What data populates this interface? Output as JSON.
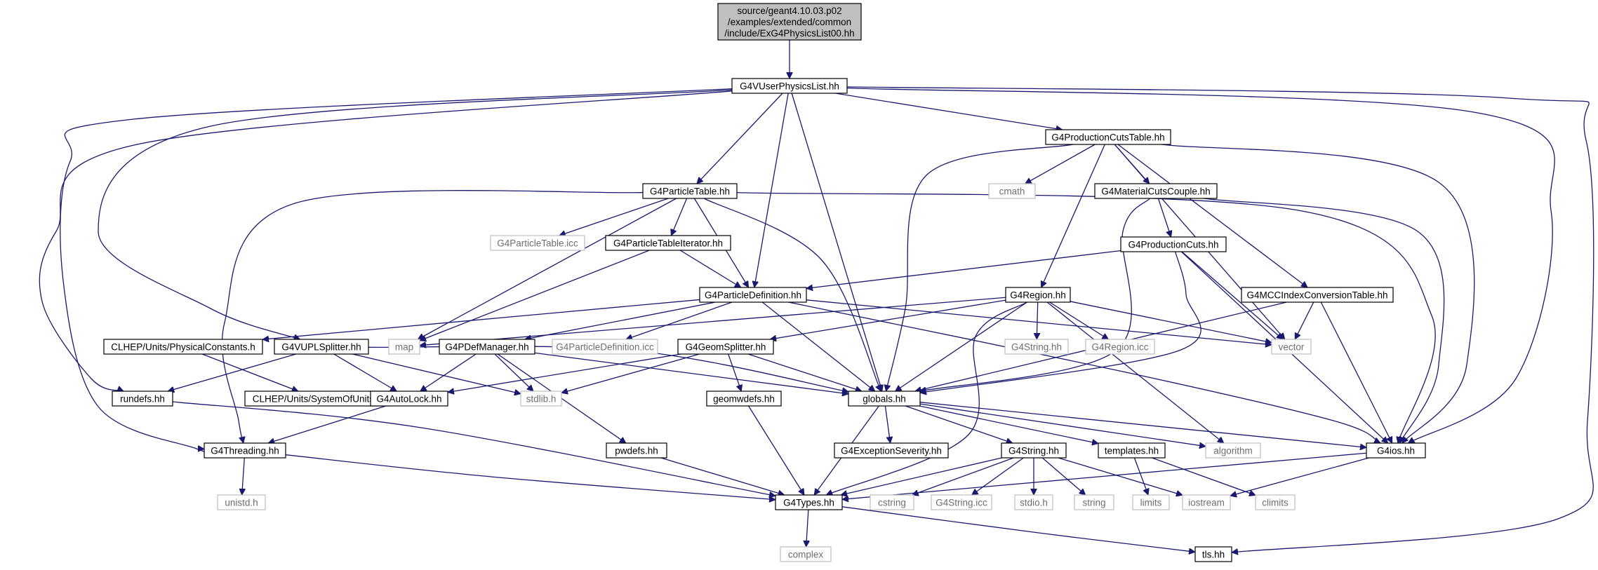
{
  "colors": {
    "edge": "#191970",
    "root_fill": "#bfbfbf",
    "node_border": "#000000",
    "system_border": "#bfbfbf",
    "system_text": "#6e6e6e"
  },
  "nodes": [
    {
      "id": "root",
      "style": "root",
      "lines": [
        "source/geant4.10.03.p02",
        "/examples/extended/common",
        "/include/ExG4PhysicsList00.hh"
      ]
    },
    {
      "id": "g4vuserphysicslist",
      "style": "solid",
      "lines": [
        "G4VUserPhysicsList.hh"
      ]
    },
    {
      "id": "g4productioncutstable",
      "style": "solid",
      "lines": [
        "G4ProductionCutsTable.hh"
      ]
    },
    {
      "id": "g4particletable",
      "style": "solid",
      "lines": [
        "G4ParticleTable.hh"
      ]
    },
    {
      "id": "cmath",
      "style": "sys",
      "lines": [
        "cmath"
      ]
    },
    {
      "id": "g4materialcutscouple",
      "style": "solid",
      "lines": [
        "G4MaterialCutsCouple.hh"
      ]
    },
    {
      "id": "g4particletableicc",
      "style": "sys",
      "lines": [
        "G4ParticleTable.icc"
      ]
    },
    {
      "id": "g4particletableiterator",
      "style": "solid",
      "lines": [
        "G4ParticleTableIterator.hh"
      ]
    },
    {
      "id": "g4productioncuts",
      "style": "solid",
      "lines": [
        "G4ProductionCuts.hh"
      ]
    },
    {
      "id": "g4particledefinition",
      "style": "solid",
      "lines": [
        "G4ParticleDefinition.hh"
      ]
    },
    {
      "id": "g4region",
      "style": "solid",
      "lines": [
        "G4Region.hh"
      ]
    },
    {
      "id": "g4mccindex",
      "style": "solid",
      "lines": [
        "G4MCCIndexConversionTable.hh"
      ]
    },
    {
      "id": "physicalconstants",
      "style": "solid",
      "lines": [
        "CLHEP/Units/PhysicalConstants.h"
      ]
    },
    {
      "id": "g4vuplsplitter",
      "style": "solid",
      "lines": [
        "G4VUPLSplitter.hh"
      ]
    },
    {
      "id": "map",
      "style": "sys",
      "lines": [
        "map"
      ]
    },
    {
      "id": "g4pdefmanager",
      "style": "solid",
      "lines": [
        "G4PDefManager.hh"
      ]
    },
    {
      "id": "g4particledefinitionicc",
      "style": "sys",
      "lines": [
        "G4ParticleDefinition.icc"
      ]
    },
    {
      "id": "g4geomsplitter",
      "style": "solid",
      "lines": [
        "G4GeomSplitter.hh"
      ]
    },
    {
      "id": "g4stringhh_sys",
      "style": "sys",
      "lines": [
        "G4String.hh"
      ]
    },
    {
      "id": "g4regionicc",
      "style": "sys",
      "lines": [
        "G4Region.icc"
      ]
    },
    {
      "id": "vector",
      "style": "sys",
      "lines": [
        "vector"
      ]
    },
    {
      "id": "rundefs",
      "style": "solid",
      "lines": [
        "rundefs.hh"
      ]
    },
    {
      "id": "systemofunits",
      "style": "solid",
      "lines": [
        "CLHEP/Units/SystemOfUnits.h"
      ]
    },
    {
      "id": "g4autolock",
      "style": "solid",
      "lines": [
        "G4AutoLock.hh"
      ]
    },
    {
      "id": "stdlib",
      "style": "sys",
      "lines": [
        "stdlib.h"
      ]
    },
    {
      "id": "geomwdefs",
      "style": "solid",
      "lines": [
        "geomwdefs.hh"
      ]
    },
    {
      "id": "globals",
      "style": "solid",
      "lines": [
        "globals.hh"
      ]
    },
    {
      "id": "g4threading",
      "style": "solid",
      "lines": [
        "G4Threading.hh"
      ]
    },
    {
      "id": "g4exceptionseverity",
      "style": "solid",
      "lines": [
        "G4ExceptionSeverity.hh"
      ]
    },
    {
      "id": "g4string",
      "style": "solid",
      "lines": [
        "G4String.hh"
      ]
    },
    {
      "id": "templates",
      "style": "solid",
      "lines": [
        "templates.hh"
      ]
    },
    {
      "id": "algorithm",
      "style": "sys",
      "lines": [
        "algorithm"
      ]
    },
    {
      "id": "g4ios",
      "style": "solid",
      "lines": [
        "G4ios.hh"
      ]
    },
    {
      "id": "pwdefs",
      "style": "solid",
      "lines": [
        "pwdefs.hh"
      ]
    },
    {
      "id": "unistd",
      "style": "sys",
      "lines": [
        "unistd.h"
      ]
    },
    {
      "id": "g4types",
      "style": "solid",
      "lines": [
        "G4Types.hh"
      ]
    },
    {
      "id": "cstring",
      "style": "sys",
      "lines": [
        "cstring"
      ]
    },
    {
      "id": "g4stringicc",
      "style": "sys",
      "lines": [
        "G4String.icc"
      ]
    },
    {
      "id": "stdio",
      "style": "sys",
      "lines": [
        "stdio.h"
      ]
    },
    {
      "id": "string",
      "style": "sys",
      "lines": [
        "string"
      ]
    },
    {
      "id": "limits",
      "style": "sys",
      "lines": [
        "limits"
      ]
    },
    {
      "id": "iostream",
      "style": "sys",
      "lines": [
        "iostream"
      ]
    },
    {
      "id": "climits",
      "style": "sys",
      "lines": [
        "climits"
      ]
    },
    {
      "id": "complex",
      "style": "sys",
      "lines": [
        "complex"
      ]
    },
    {
      "id": "tls",
      "style": "solid",
      "lines": [
        "tls.hh"
      ]
    }
  ],
  "edges": [
    [
      "root",
      "g4vuserphysicslist"
    ],
    [
      "g4vuserphysicslist",
      "g4productioncutstable"
    ],
    [
      "g4vuserphysicslist",
      "g4particletable"
    ],
    [
      "g4vuserphysicslist",
      "g4particledefinition"
    ],
    [
      "g4vuserphysicslist",
      "globals"
    ],
    [
      "g4vuserphysicslist",
      "g4ios"
    ],
    [
      "g4vuserphysicslist",
      "tls"
    ],
    [
      "g4vuserphysicslist",
      "g4vuplsplitter"
    ],
    [
      "g4vuserphysicslist",
      "rundefs"
    ],
    [
      "g4vuserphysicslist",
      "g4threading"
    ],
    [
      "g4productioncutstable",
      "cmath"
    ],
    [
      "g4productioncutstable",
      "g4materialcutscouple"
    ],
    [
      "g4productioncutstable",
      "g4region"
    ],
    [
      "g4productioncutstable",
      "g4mccindex"
    ],
    [
      "g4productioncutstable",
      "vector"
    ],
    [
      "g4productioncutstable",
      "globals"
    ],
    [
      "g4productioncutstable",
      "g4ios"
    ],
    [
      "g4particletable",
      "g4particletableicc"
    ],
    [
      "g4particletable",
      "g4particletableiterator"
    ],
    [
      "g4particletable",
      "g4particledefinition"
    ],
    [
      "g4particletable",
      "map"
    ],
    [
      "g4particletable",
      "globals"
    ],
    [
      "g4particletable",
      "g4ios"
    ],
    [
      "g4particletable",
      "g4threading"
    ],
    [
      "g4materialcutscouple",
      "g4productioncuts"
    ],
    [
      "g4materialcutscouple",
      "globals"
    ],
    [
      "g4materialcutscouple",
      "g4ios"
    ],
    [
      "g4particletableiterator",
      "g4particledefinition"
    ],
    [
      "g4particletableiterator",
      "map"
    ],
    [
      "g4productioncuts",
      "g4particledefinition"
    ],
    [
      "g4productioncuts",
      "vector"
    ],
    [
      "g4productioncuts",
      "globals"
    ],
    [
      "g4productioncuts",
      "g4ios"
    ],
    [
      "g4particledefinition",
      "physicalconstants"
    ],
    [
      "g4particledefinition",
      "g4pdefmanager"
    ],
    [
      "g4particledefinition",
      "g4particledefinitionicc"
    ],
    [
      "g4particledefinition",
      "vector"
    ],
    [
      "g4particledefinition",
      "globals"
    ],
    [
      "g4particledefinition",
      "g4ios"
    ],
    [
      "g4region",
      "map"
    ],
    [
      "g4region",
      "g4geomsplitter"
    ],
    [
      "g4region",
      "g4stringhh_sys"
    ],
    [
      "g4region",
      "g4regionicc"
    ],
    [
      "g4region",
      "vector"
    ],
    [
      "g4region",
      "algorithm"
    ],
    [
      "g4region",
      "globals"
    ],
    [
      "g4region",
      "g4types"
    ],
    [
      "g4mccindex",
      "vector"
    ],
    [
      "g4mccindex",
      "globals"
    ],
    [
      "g4mccindex",
      "g4ios"
    ],
    [
      "physicalconstants",
      "systemofunits"
    ],
    [
      "g4vuplsplitter",
      "rundefs"
    ],
    [
      "g4vuplsplitter",
      "g4autolock"
    ],
    [
      "g4vuplsplitter",
      "stdlib"
    ],
    [
      "g4vuplsplitter",
      "globals"
    ],
    [
      "g4pdefmanager",
      "g4autolock"
    ],
    [
      "g4pdefmanager",
      "stdlib"
    ],
    [
      "g4pdefmanager",
      "pwdefs"
    ],
    [
      "g4pdefmanager",
      "globals"
    ],
    [
      "g4geomsplitter",
      "g4autolock"
    ],
    [
      "g4geomsplitter",
      "stdlib"
    ],
    [
      "g4geomsplitter",
      "geomwdefs"
    ],
    [
      "g4geomsplitter",
      "globals"
    ],
    [
      "rundefs",
      "g4types"
    ],
    [
      "g4autolock",
      "g4threading"
    ],
    [
      "geomwdefs",
      "g4types"
    ],
    [
      "globals",
      "g4exceptionseverity"
    ],
    [
      "globals",
      "g4string"
    ],
    [
      "globals",
      "templates"
    ],
    [
      "globals",
      "algorithm"
    ],
    [
      "globals",
      "g4ios"
    ],
    [
      "globals",
      "g4types"
    ],
    [
      "g4threading",
      "unistd"
    ],
    [
      "g4threading",
      "g4types"
    ],
    [
      "g4string",
      "g4types"
    ],
    [
      "g4string",
      "cstring"
    ],
    [
      "g4string",
      "g4stringicc"
    ],
    [
      "g4string",
      "stdio"
    ],
    [
      "g4string",
      "string"
    ],
    [
      "g4string",
      "iostream"
    ],
    [
      "templates",
      "limits"
    ],
    [
      "templates",
      "climits"
    ],
    [
      "g4ios",
      "g4types"
    ],
    [
      "g4ios",
      "iostream"
    ],
    [
      "pwdefs",
      "g4types"
    ],
    [
      "g4types",
      "complex"
    ],
    [
      "g4types",
      "tls"
    ]
  ]
}
